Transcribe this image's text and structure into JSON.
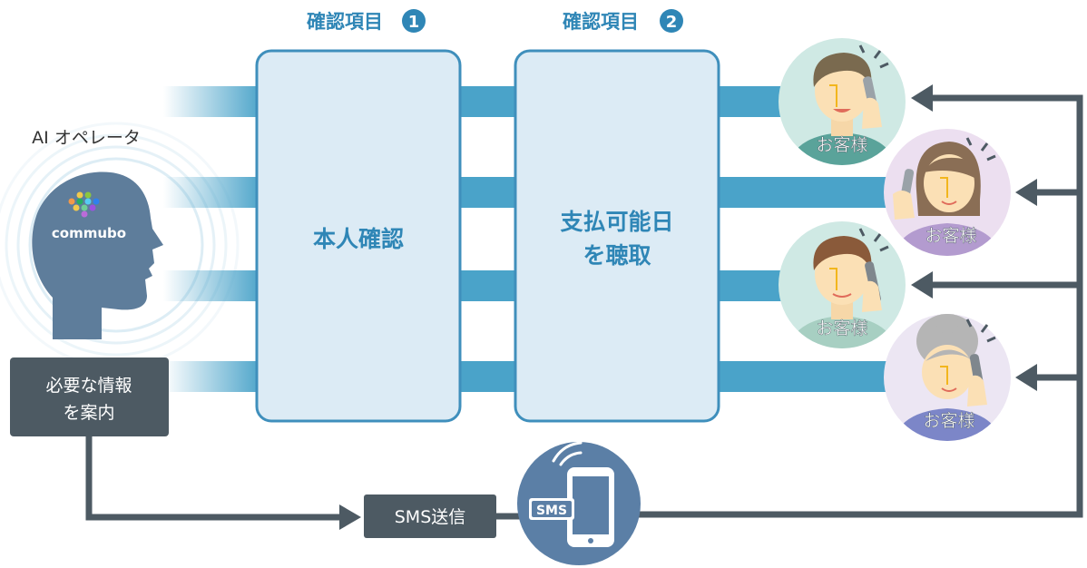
{
  "colors": {
    "accent": "#3b8fb9",
    "band": "#4aa3c9",
    "box_fill": "#dcebf5",
    "box_stroke": "#3f8fbc",
    "dark": "#4d5a63",
    "phone_circle": "#5b7fa6",
    "head": "#5e7d9b",
    "customer_circle": [
      "#cfe9e4",
      "#ecdff0",
      "#cfe9e4",
      "#ece6f3"
    ]
  },
  "operator": {
    "label": "AI オペレータ",
    "logo_text": "commubo"
  },
  "steps": [
    {
      "header": "確認項目",
      "number": "1",
      "box_lines": [
        "本人確認"
      ]
    },
    {
      "header": "確認項目",
      "number": "2",
      "box_lines": [
        "支払可能日",
        "を聴取"
      ]
    }
  ],
  "guide_box": {
    "lines": [
      "必要な情報",
      "を案内"
    ]
  },
  "sms": {
    "label": "SMS送信",
    "icon_text": "SMS"
  },
  "customers": [
    {
      "label": "お客様",
      "icon": "customer-man-on-phone-icon"
    },
    {
      "label": "お客様",
      "icon": "customer-woman-on-phone-icon"
    },
    {
      "label": "お客様",
      "icon": "customer-man-on-phone-icon"
    },
    {
      "label": "お客様",
      "icon": "customer-elderly-woman-on-phone-icon"
    }
  ]
}
